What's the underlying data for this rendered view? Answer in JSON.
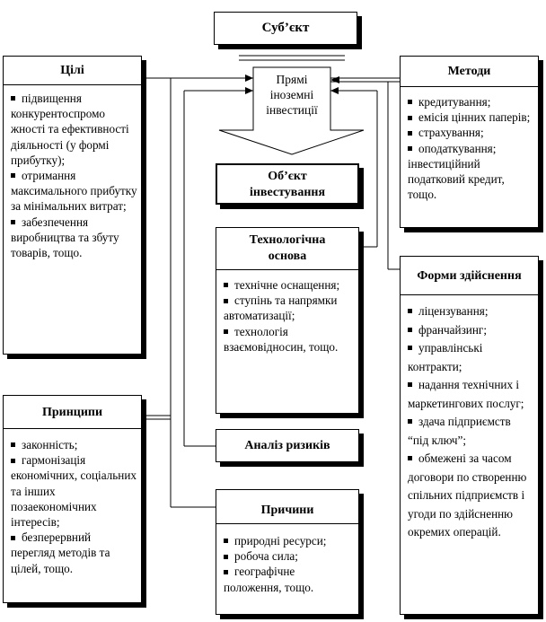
{
  "subject": "Суб’єкт",
  "investment": [
    "Прямі",
    "іноземні",
    "інвестиції"
  ],
  "object": [
    "Об’єкт",
    "інвестування"
  ],
  "goals": {
    "title": "Цілі",
    "items": [
      "підвищення конкурентоспромо жності та ефективності діяльності (у формі прибутку);",
      "отримання максимального прибутку за мінімальних витрат;",
      "забезпечення виробництва та збуту товарів, тощо."
    ]
  },
  "methods": {
    "title": "Методи",
    "items": [
      "кредитування;",
      "емісія цінних паперів;",
      "страхування;",
      "оподаткування; інвестиційний податковий кредит, тощо."
    ]
  },
  "tech_base": {
    "title": [
      "Технологічна",
      "основа"
    ],
    "items": [
      "технічне оснащення;",
      "ступінь та напрямки автоматизації;",
      "технологія взаємовідносин, тощо."
    ]
  },
  "forms": {
    "title": "Форми здійснення",
    "items": [
      "ліцензування;",
      "франчайзинг;",
      "управлінські контракти;",
      "надання технічних і маркетингових послуг;",
      "здача підприємств “під ключ”;",
      "обмежені за часом договори по створенню спільних підприємств і угоди по здійсненню окремих операцій."
    ]
  },
  "risk": "Аналіз ризиків",
  "principles": {
    "title": "Принципи",
    "items": [
      "законність;",
      "гармонізація економічних, соціальних та інших позаекономічних інтересів;",
      "безперервний перегляд методів та цілей, тощо."
    ]
  },
  "causes": {
    "title": "Причини",
    "items": [
      "природні ресурси;",
      "робоча сила;",
      "географічне положення, тощо."
    ]
  }
}
